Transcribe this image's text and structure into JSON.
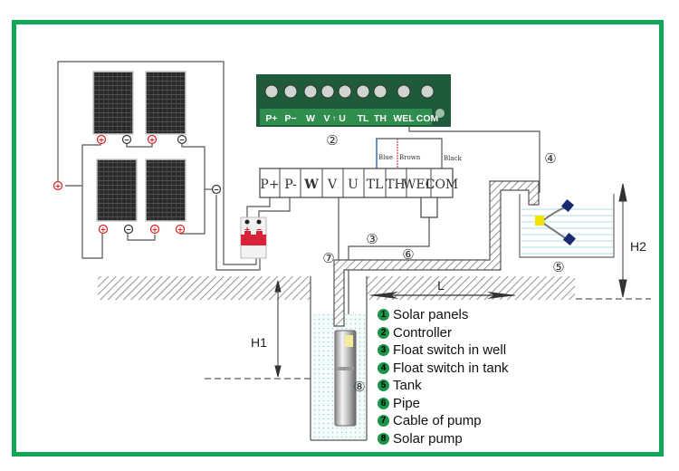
{
  "colors": {
    "frame": "#10a858",
    "legend_badge": "#1a9447",
    "breaker_red": "#d9233a",
    "float_yellow": "#f2e400",
    "float_weight": "#1b2a6e",
    "water": "#bfe3e8",
    "terminal_green": "#1f5a3a",
    "wire_blue": "#2e6fc7",
    "wire_brown": "#d04040"
  },
  "controller_board": {
    "label_number": "②",
    "terminals": [
      "P+",
      "P−",
      "W",
      "V",
      "↑",
      "U",
      "TL",
      "TH",
      "WEL",
      "COM"
    ]
  },
  "terminal_block": {
    "terminals": [
      "P+",
      "P-",
      "W",
      "V",
      "U",
      "TL",
      "TH",
      "WEL",
      "COM"
    ],
    "wire_labels": {
      "blue": "Blue",
      "brown": "Brown",
      "black": "Black"
    }
  },
  "solar_panels": {
    "top_row_terminals": [
      "+",
      "−",
      "+",
      "−"
    ],
    "bottom_row_terminals": [
      "+",
      "−",
      "+",
      "+"
    ],
    "main_positive": "+",
    "main_negative": "−"
  },
  "breaker": {
    "plus": "+",
    "minus": "−"
  },
  "callouts": {
    "n2": "②",
    "n3": "③",
    "n4": "④",
    "n5": "⑤",
    "n6": "⑥",
    "n7": "⑦",
    "n8": "⑧"
  },
  "dimensions": {
    "h1": "H1",
    "h2": "H2",
    "l": "L"
  },
  "legend": {
    "items": [
      {
        "num": "1",
        "label": "Solar panels"
      },
      {
        "num": "2",
        "label": "Controller"
      },
      {
        "num": "3",
        "label": "Float switch in well"
      },
      {
        "num": "4",
        "label": "Float switch in tank"
      },
      {
        "num": "5",
        "label": "Tank"
      },
      {
        "num": "6",
        "label": "Pipe"
      },
      {
        "num": "7",
        "label": "Cable of pump"
      },
      {
        "num": "8",
        "label": "Solar pump"
      }
    ]
  }
}
